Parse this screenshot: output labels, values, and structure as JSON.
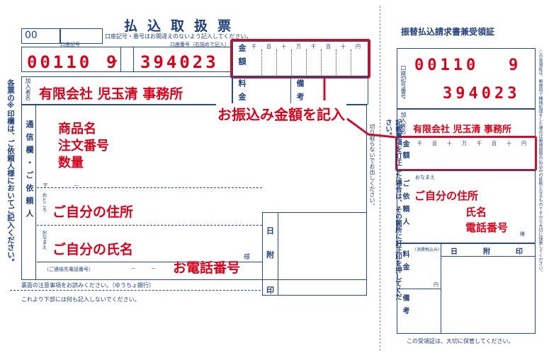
{
  "left": {
    "title": "払込取扱票",
    "code_box": "00",
    "notice_top": "口座記号・番号はお間違えのないよう記入してください。",
    "acct_symbol_label": "口座記号",
    "acct_number_label": "口座番号（右詰めで記入）",
    "acct_symbol_digits": "00110",
    "acct_check_digit": "9",
    "acct_number_digits": "394023",
    "kanyusha_label": "加入者名",
    "kanyusha_name": "有限会社 児玉清 事務所",
    "amount_label": "金額",
    "amount_units": [
      "千",
      "百",
      "十",
      "万",
      "千",
      "百",
      "十",
      "円"
    ],
    "fee_label": "料金",
    "biko_label": "備考",
    "side_note": "各票の※印欄は、ご依頼人様においてご記入ください。",
    "tsushin_label": "通信欄・ご依頼人",
    "product_lines": [
      "商品名",
      "注文番号",
      "数量"
    ],
    "postal_mark": "〒",
    "address_label": "おところ",
    "address_text": "ご自分の住所",
    "name_label": "おなまえ",
    "name_text": "ご自分の氏名",
    "sama": "様",
    "phone_label": "（ご連絡先電話番号）",
    "phone_text": "お電話番号",
    "hi_label": "日",
    "fu_label": "附",
    "in_label": "印",
    "footer_note1": "裏面の注意事項をお読みください。（ゆうちょ銀行）",
    "footer_note2": "これより下部には何も記入しないでください。",
    "middle_vnote": "切り取らないでお出しください。"
  },
  "annotation": "お振込み金額を記入",
  "right": {
    "title": "振替払込請求書兼受領証",
    "acct_label": "口座記号番号",
    "acct_symbol_digits": "00110",
    "acct_check_digit": "9",
    "acct_number_digits": "394023",
    "kanyusha_label": "加入者名",
    "kanyusha_name": "有限会社 児玉清 事務所",
    "amount_label": "金額",
    "amount_units": [
      "千",
      "百",
      "十",
      "万",
      "千",
      "百",
      "十",
      "円"
    ],
    "name_label": "おなまえ",
    "irai_label": "ご依頼人",
    "address_text": "ご自分の住所",
    "name_text": "氏名",
    "phone_text": "電話番号",
    "sama": "様",
    "fee_label": "料金",
    "biko_label": "備考",
    "seal_label": "（消費税込み）",
    "yen_label": "円",
    "hi_label": "日",
    "fu_label": "附",
    "in_label": "印",
    "side_note": "この受領証は、郵便局で機械処理をした場合は郵便振替の払込みの証拠となるものですから大切に保管してください。",
    "correction_note": "記載事項を訂正した場合は、その箇所に訂正印を押してください。",
    "footer": "この受領証は、大切に保管してください。"
  }
}
